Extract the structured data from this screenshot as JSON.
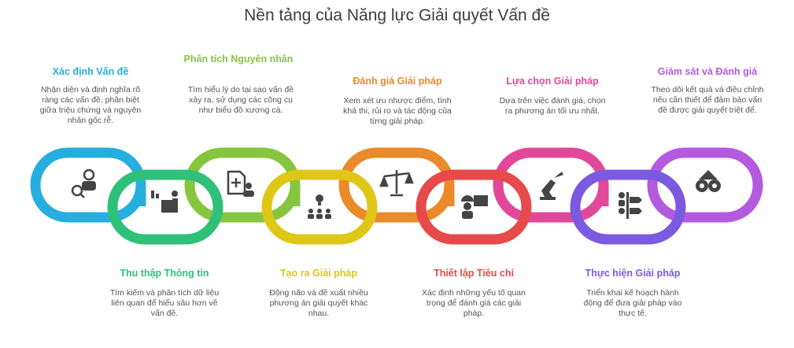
{
  "title": "Nền tảng của Năng lực Giải quyết Vấn đề",
  "steps": [
    {
      "title": "Xác định Vấn đề",
      "desc": "Nhận diện và định nghĩa rõ ràng các vấn đề, phân biệt giữa triệu chứng và nguyên nhân gốc rễ.",
      "color": "#27aee0",
      "icon": "person-search-icon"
    },
    {
      "title": "Thu thập Thông tin",
      "desc": "Tìm kiếm và phân tích dữ liệu liên quan để hiểu sâu hơn về vấn đề.",
      "color": "#2fc07a",
      "icon": "presenter-chart-icon"
    },
    {
      "title": "Phân tích Nguyên nhân",
      "desc": "Tìm hiểu lý do tại sao vấn đề xảy ra, sử dụng các công cụ như biểu đồ xương cá.",
      "color": "#86c53e",
      "icon": "add-person-icon"
    },
    {
      "title": "Tạo ra Giải pháp",
      "desc": "Động não và đề xuất nhiều phương án giải quyết khác nhau.",
      "color": "#dfc718",
      "icon": "lightbulb-team-icon"
    },
    {
      "title": "Đánh giá Giải pháp",
      "desc": "Xem xét ưu nhược điểm, tính khả thi, rủi ro và tác động của từng giải pháp.",
      "color": "#ea8a2a",
      "icon": "scales-icon"
    },
    {
      "title": "Thiết lập Tiêu chí",
      "desc": "Xác định những yếu tố quan trọng để đánh giá các giải pháp.",
      "color": "#e64a4a",
      "icon": "worker-board-icon"
    },
    {
      "title": "Lựa chọn Giải pháp",
      "desc": "Dựa trên việc đánh giá, chọn ra phương án tối ưu nhất.",
      "color": "#e2489a",
      "icon": "chess-knight-icon"
    },
    {
      "title": "Thực hiện Giải pháp",
      "desc": "Triển khai kế hoạch hành động để đưa giải pháp vào thực tế.",
      "color": "#7b5ae0",
      "icon": "person-signpost-icon"
    },
    {
      "title": "Giám sát và Đánh giá",
      "desc": "Theo dõi kết quả và điều chỉnh nếu cần thiết để đảm bảo vấn đề được giải quyết triệt để.",
      "color": "#b45adf",
      "icon": "binoculars-icon"
    }
  ],
  "colors": {
    "icon": "#444444",
    "title": "#3d3d3d",
    "desc": "#555555"
  }
}
